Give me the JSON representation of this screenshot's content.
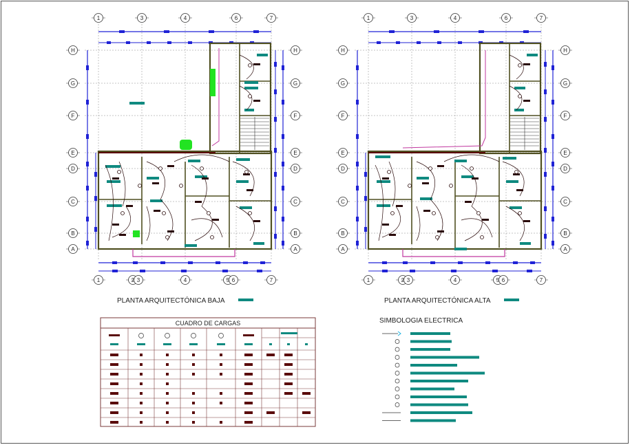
{
  "sheet": {
    "left_plan_title": "PLANTA ARQUITECTÓNICA BAJA",
    "right_plan_title": "PLANTA ARQUITECTÓNICA ALTA"
  },
  "grid_labels": {
    "top": [
      "1",
      "3",
      "4",
      "6",
      "7"
    ],
    "bottom": [
      "1",
      "2",
      "3",
      "4",
      "5",
      "6",
      "7"
    ],
    "rows": [
      "H",
      "G",
      "F",
      "E",
      "D",
      "C",
      "B",
      "A"
    ]
  },
  "load_table": {
    "title": "CUADRO DE CARGAS",
    "symbols": [
      "lamp-symbol",
      "bracket-lamp-symbol",
      "outlet-symbol",
      "double-outlet-symbol"
    ],
    "row_count": 8
  },
  "legend": {
    "title": "SIMBOLOGIA ELECTRICA",
    "items": [
      "wire-arrow-symbol",
      "panel-symbol",
      "switch-symbol",
      "three-way-switch-symbol",
      "meter-symbol",
      "lamp-symbol",
      "outlet-symbol",
      "ground-outlet-symbol",
      "double-outlet-symbol",
      "phone-symbol",
      "line-symbol",
      "line-symbol"
    ]
  },
  "colors": {
    "dim_blue": "#1f22d6",
    "wall": "#4f4f20",
    "circuit": "#2a0a0a",
    "teal_label": "#0f8a80",
    "outline_pink": "#c0379f",
    "garden_green": "#22e322",
    "maroon": "#5a0a0a"
  }
}
